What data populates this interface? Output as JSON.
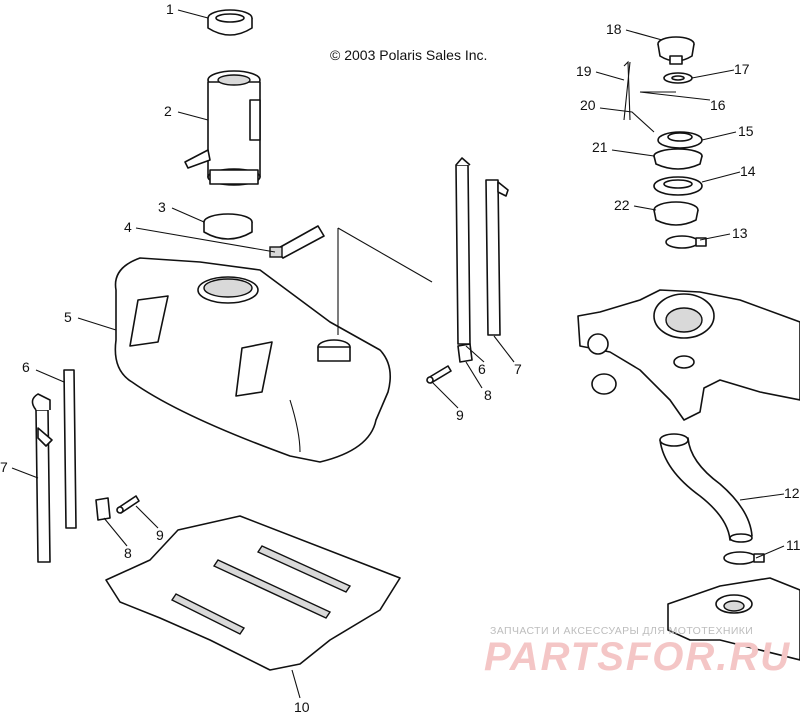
{
  "copyright": "© 2003 Polaris Sales Inc.",
  "callouts": [
    {
      "label": "1"
    },
    {
      "label": "2"
    },
    {
      "label": "3"
    },
    {
      "label": "4"
    },
    {
      "label": "5"
    },
    {
      "label": "6"
    },
    {
      "label": "7"
    },
    {
      "label": "6"
    },
    {
      "label": "7"
    },
    {
      "label": "8"
    },
    {
      "label": "9"
    },
    {
      "label": "8"
    },
    {
      "label": "9"
    },
    {
      "label": "10"
    },
    {
      "label": "11"
    },
    {
      "label": "12"
    },
    {
      "label": "13"
    },
    {
      "label": "14"
    },
    {
      "label": "15"
    },
    {
      "label": "16"
    },
    {
      "label": "17"
    },
    {
      "label": "18"
    },
    {
      "label": "19"
    },
    {
      "label": "20"
    },
    {
      "label": "21"
    },
    {
      "label": "22"
    }
  ],
  "watermark": {
    "russian_text": "ЗАПЧАСТИ И АКСЕССУАРЫ ДЛЯ МОТОТЕХНИКИ",
    "logo_text": "PARTSFOR.RU"
  },
  "colors": {
    "line": "#111111",
    "background": "#ffffff",
    "watermark_logo": "#f4c6c6",
    "watermark_text": "#bdbdbd"
  }
}
